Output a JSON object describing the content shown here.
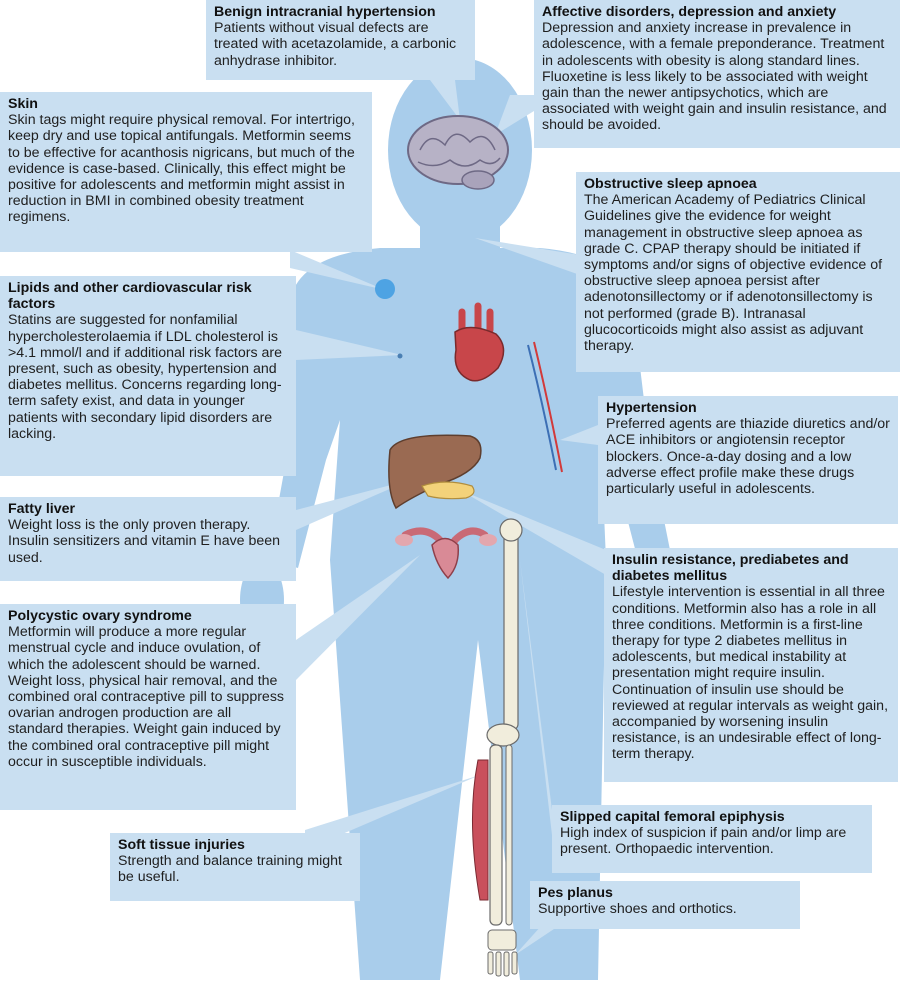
{
  "colors": {
    "box_fill": "#c9dff1",
    "body_fill": "#a9cdeb",
    "pointer_fill": "#c9dff1",
    "text": "#1f1f1f",
    "bone": "#f1eddc",
    "muscle": "#c9505c",
    "liver": "#9a6a52",
    "heart": "#c8464a",
    "brain": "#b7b2c6",
    "vein": "#3c6fb5",
    "artery": "#d23a3a"
  },
  "icons": [
    "brain-icon",
    "heart-icon",
    "liver-icon",
    "pancreas-icon",
    "uterus-icon",
    "leg-bone-icon",
    "foot-bone-icon",
    "calf-muscle-icon",
    "arm-vessels-icon",
    "skin-spot-icon"
  ],
  "callouts": {
    "benign": {
      "title": "Benign intracranial hypertension",
      "body": "Patients without visual defects are treated with acetazolamide, a carbonic anhydrase inhibitor."
    },
    "affective": {
      "title": "Affective disorders, depression and anxiety",
      "body": "Depression and anxiety increase in prevalence in adolescence, with a female preponderance. Treatment in adolescents with obesity is along standard lines. Fluoxetine is less likely to be associated with weight gain than the newer antipsychotics, which are associated with weight gain and insulin resistance, and should be avoided."
    },
    "skin": {
      "title": "Skin",
      "body": "Skin tags might require physical removal. For intertrigo, keep dry and use topical antifungals. Metformin seems to be effective for acanthosis nigricans, but much of the evidence is case-based. Clinically, this effect might be positive for adolescents and metformin might assist in reduction in BMI in combined obesity treatment regimens."
    },
    "osa": {
      "title": "Obstructive sleep apnoea",
      "body": "The American Academy of Pediatrics Clinical Guidelines give the evidence for weight management in obstructive sleep apnoea as grade C. CPAP therapy should be initiated if symptoms and/or signs of objective evidence of obstructive sleep apnoea persist after adenotonsillectomy or if adenotonsillectomy is not performed (grade B). Intranasal glucocorticoids might also assist as adjuvant therapy."
    },
    "lipids": {
      "title": "Lipids and other cardiovascular risk factors",
      "body": "Statins are suggested for nonfamilial hypercholesterolaemia if LDL cholesterol is >4.1 mmol/l and if additional risk factors are present, such as obesity, hypertension and diabetes mellitus. Concerns regarding long-term safety exist, and data in younger patients with secondary lipid disorders are lacking."
    },
    "hypertension": {
      "title": "Hypertension",
      "body": "Preferred agents are thiazide diuretics and/or ACE inhibitors or angiotensin receptor blockers. Once-a-day dosing and a low adverse effect profile make these drugs particularly useful in adolescents."
    },
    "fatty": {
      "title": "Fatty liver",
      "body": "Weight loss is the only proven therapy. Insulin sensitizers and vitamin E have been used."
    },
    "insulin": {
      "title": "Insulin resistance, prediabetes and diabetes mellitus",
      "body": "Lifestyle intervention is essential in all three conditions. Metformin also has a role in all three conditions. Metformin is a first-line therapy for type 2 diabetes mellitus in adolescents, but medical instability at presentation might require insulin. Continuation of insulin use should be reviewed at regular intervals as weight gain, accompanied by worsening insulin resistance, is an undesirable effect of long-term therapy."
    },
    "pcos": {
      "title": "Polycystic ovary syndrome",
      "body": "Metformin will produce a more regular menstrual cycle and induce ovulation, of which the adolescent should be warned. Weight loss, physical hair removal, and the combined oral contraceptive pill to suppress ovarian androgen production are all standard therapies. Weight gain induced by the combined oral contraceptive pill might occur in susceptible individuals."
    },
    "scfe": {
      "title": "Slipped capital femoral epiphysis",
      "body": "High index of suspicion if pain and/or limp are present. Orthopaedic intervention."
    },
    "soft": {
      "title": "Soft tissue injuries",
      "body": "Strength and balance training might be useful."
    },
    "pes": {
      "title": "Pes planus",
      "body": "Supportive shoes and orthotics."
    }
  }
}
